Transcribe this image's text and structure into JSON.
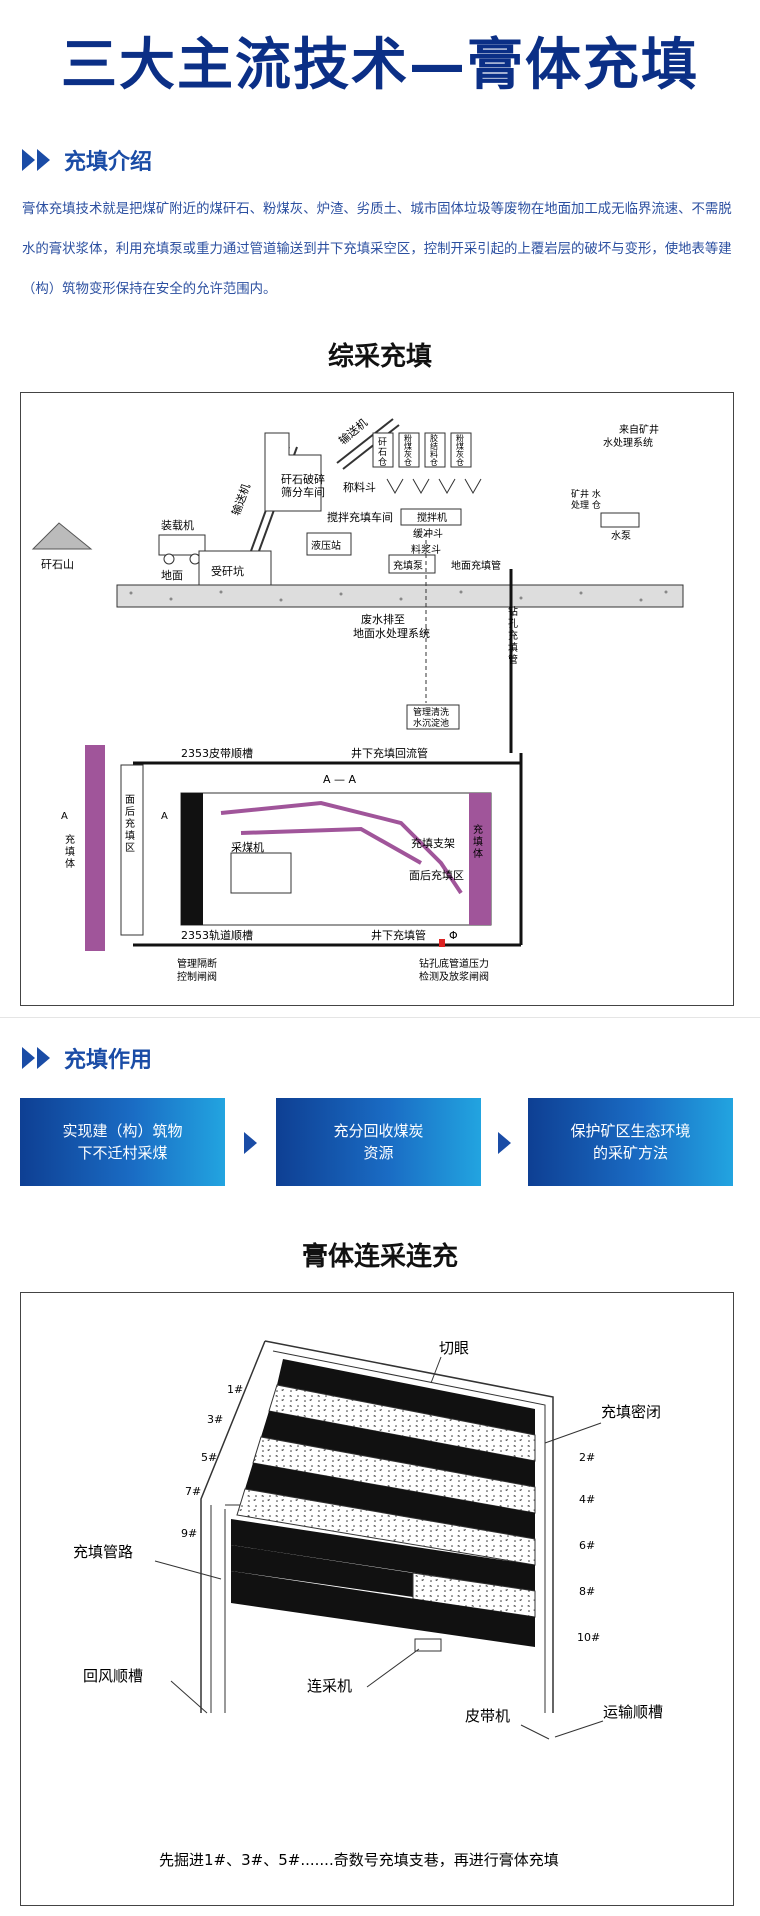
{
  "main_title": "三大主流技术—膏体充填",
  "intro": {
    "heading": "充填介绍",
    "body": "膏体充填技术就是把煤矿附近的煤矸石、粉煤灰、炉渣、劣质土、城市固体垃圾等废物在地面加工成无临界流速、不需脱水的膏状浆体，利用充填泵或重力通过管道输送到井下充填采空区，控制开采引起的上覆岩层的破坏与变形，使地表等建（构）筑物变形保持在安全的允许范围内。"
  },
  "diagram1": {
    "title": "综采充填",
    "labels": {
      "waste_hill": "矸石山",
      "loader": "装载机",
      "conveyor_left": "输送机",
      "conveyor_top": "输送机",
      "crushing": "矸石破碎\n筛分车间",
      "receiving_pit": "受矸坑",
      "ground": "地面",
      "gangue_bin": "矸石仓",
      "flyash_bin1": "粉煤灰仓",
      "binder_bin": "胶结料仓",
      "flyash_bin2": "粉煤灰仓",
      "weigh_hopper": "称料斗",
      "from_mine": "来自矿井\n水处理系统",
      "mine_water_bin": "矿井水\n处理仓",
      "water_pump": "水泵",
      "mixing_plant": "搅拌充填车间",
      "mixer": "搅拌机",
      "buffer_hopper": "缓冲斗",
      "slurry_hopper": "料浆斗",
      "hydraulic_station": "液压站",
      "fill_pump": "充填泵",
      "surface_pipe": "地面充填管",
      "waste_water": "废水排至\n地面水处理系统",
      "borehole_pipe": "钻孔充填管",
      "pipe_cleaning": "管理清洗\n水沉淀池",
      "belt_trough": "2353皮带顺槽",
      "return_pipe": "井下充填回流管",
      "section": "A — A",
      "back_fill_zone_left": "面后充填区",
      "fill_body_left": "充填体",
      "shearer": "采煤机",
      "fill_support": "充填支架",
      "back_fill_zone": "面后充填区",
      "fill_body_right": "充填体",
      "track_trough": "2353轨道顺槽",
      "underground_pipe": "井下充填管",
      "pipe_valve": "管理隔断\n控制闸阀",
      "pressure_valve": "钻孔底管道压力\n检测及放浆闸阀",
      "phi": "Φ",
      "a_left": "A",
      "a_right": "A"
    }
  },
  "effects": {
    "heading": "充填作用",
    "items": [
      "实现建（构）筑物下不迁村采煤",
      "充分回收煤炭资源",
      "保护矿区生态环境的采矿方法"
    ]
  },
  "diagram2": {
    "title": "膏体连采连充",
    "labels": {
      "cut_eye": "切眼",
      "fill_seal": "充填密闭",
      "fill_pipeline": "充填管路",
      "return_trough": "回风顺槽",
      "miner": "连采机",
      "belt_conveyor": "皮带机",
      "transport_trough": "运输顺槽",
      "odd": [
        "1#",
        "3#",
        "5#",
        "7#",
        "9#"
      ],
      "even": [
        "2#",
        "4#",
        "6#",
        "8#",
        "10#"
      ]
    },
    "caption": "先掘进1#、3#、5#.......奇数号充填支巷，再进行膏体充填"
  },
  "colors": {
    "title_blue": "#0b2f86",
    "accent_blue": "#1a4ca6",
    "text_blue": "#2b4fa0",
    "magenta": "#a0559a"
  }
}
